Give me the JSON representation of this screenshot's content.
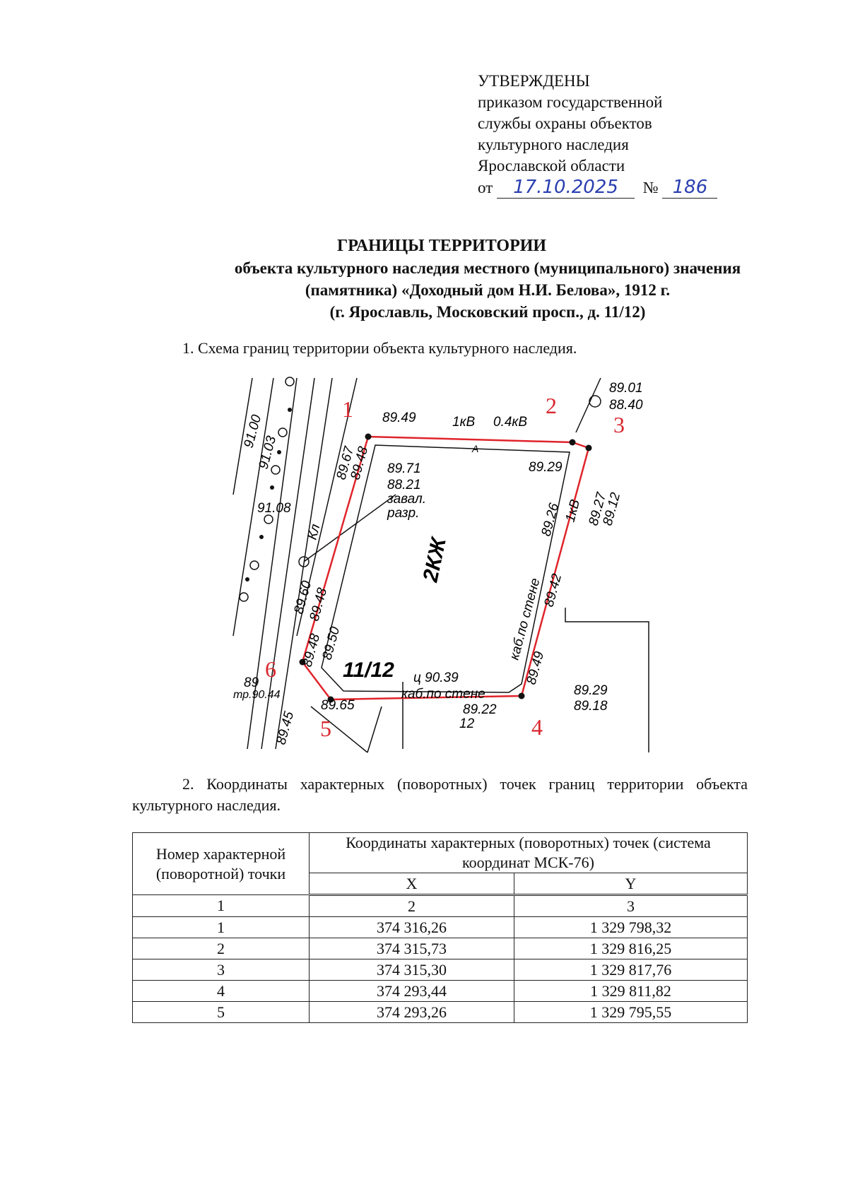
{
  "approval": {
    "heading": "УТВЕРЖДЕНЫ",
    "lines": [
      "приказом государственной",
      "службы охраны объектов",
      "культурного наследия",
      "Ярославской области"
    ],
    "date_prefix": "от",
    "date": "17.10.2025",
    "number_prefix": "№",
    "number": "186"
  },
  "title": {
    "main": "ГРАНИЦЫ ТЕРРИТОРИИ",
    "line1": "объекта культурного наследия местного (муниципального) значения",
    "line2": "(памятника) «Доходный дом Н.И. Белова», 1912 г.",
    "line3": "(г. Ярославль, Московский просп., д. 11/12)"
  },
  "section1": "1. Схема границ территории объекта культурного наследия.",
  "map": {
    "boundary_color": "#e0242b",
    "point_labels": [
      "1",
      "2",
      "3",
      "4",
      "5",
      "6"
    ],
    "building_label": "2КЖ",
    "house_number": "11/12",
    "annotations": {
      "a1": "89.49",
      "a2": "1кВ",
      "a3": "0.4кВ",
      "a4": "89.01",
      "a5": "88.40",
      "a6": "89.29",
      "a7": "89.71",
      "a8": "88.21",
      "a9": "завал.",
      "a10": "разр.",
      "a11": "89.26",
      "a12": "1кВ",
      "a13": "89.27",
      "a14": "89.12",
      "a15": "каб.по стене",
      "a16": "89.42",
      "a17": "89.49",
      "a18": "ц 90.39",
      "a19": "каб.по стене",
      "a20": "89.22",
      "a21": "89.65",
      "a22": "89.29",
      "a23": "89.18",
      "a24": "89.50",
      "a25": "89.48",
      "a26": "89.60",
      "a27": "89.48",
      "a28": "89.67",
      "a29": "89.48",
      "a30": "91.08",
      "a31": "91.03",
      "a32": "91.00",
      "a33": "Кл",
      "a34": "тр.90.44",
      "a35": "89.45",
      "a36": "А",
      "a37": "89",
      "a38": "12"
    }
  },
  "section2": "2. Координаты характерных (поворотных) точек границ территории объекта культурного наследия.",
  "table": {
    "col1_header": "Номер характерной (поворотной) точки",
    "coords_header": "Координаты характерных (поворотных) точек (система координат МСК-76)",
    "x_header": "X",
    "y_header": "Y",
    "numbering": [
      "1",
      "2",
      "3"
    ],
    "rows": [
      {
        "n": "1",
        "x": "374 316,26",
        "y": "1 329 798,32"
      },
      {
        "n": "2",
        "x": "374 315,73",
        "y": "1 329 816,25"
      },
      {
        "n": "3",
        "x": "374 315,30",
        "y": "1 329 817,76"
      },
      {
        "n": "4",
        "x": "374 293,44",
        "y": "1 329 811,82"
      },
      {
        "n": "5",
        "x": "374 293,26",
        "y": "1 329 795,55"
      }
    ]
  }
}
